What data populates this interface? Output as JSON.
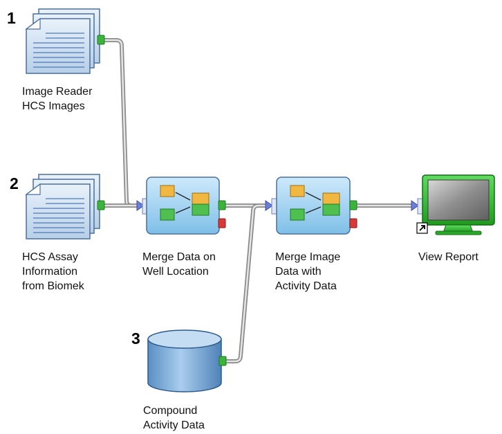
{
  "step_numbers": {
    "n1": "1",
    "n2": "2",
    "n3": "3"
  },
  "nodes": {
    "image_reader": {
      "lines": [
        "Image Reader",
        "HCS Images"
      ],
      "icon": "document-stack-icon"
    },
    "hcs_assay": {
      "lines": [
        "HCS Assay",
        "Information",
        "from Biomek"
      ],
      "icon": "document-stack-icon"
    },
    "merge_well": {
      "lines": [
        "Merge Data on",
        "Well Location"
      ],
      "icon": "merge-cubes-icon"
    },
    "merge_activity": {
      "lines": [
        "Merge Image",
        "Data with",
        "Activity Data"
      ],
      "icon": "merge-cubes-icon"
    },
    "view_report": {
      "lines": [
        "View Report"
      ],
      "icon": "monitor-icon",
      "shortcut_icon": "shortcut-arrow-icon"
    },
    "compound_activity": {
      "lines": [
        "Compound",
        "Activity Data"
      ],
      "icon": "database-cylinder-icon"
    }
  },
  "colors": {
    "output_port": "#3cb43c",
    "error_port": "#d83a3a",
    "input_port": "#6b7fd6",
    "connector": "#9a9a9a",
    "merge_box": "#a8d4f0",
    "monitor_screen": "#8a8a8a",
    "monitor_frame": "#32b832"
  }
}
